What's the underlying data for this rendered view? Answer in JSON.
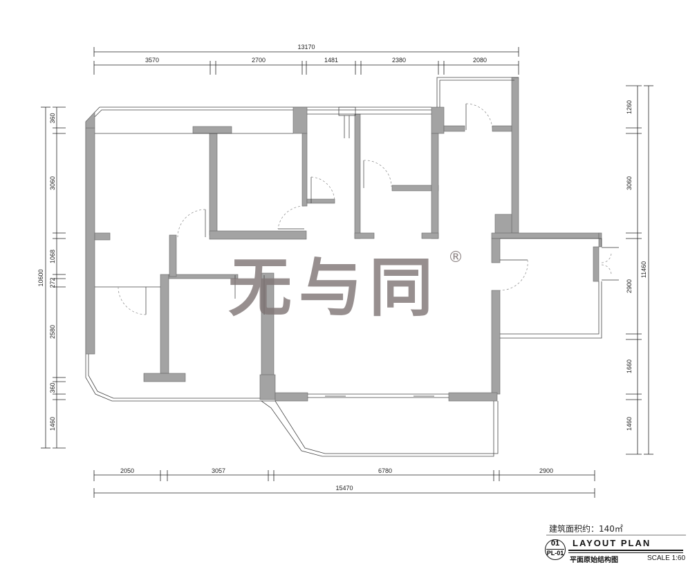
{
  "dimensions": {
    "top_total": "13170",
    "top_segments": [
      "3570",
      "2700",
      "1481",
      "2380",
      "2080"
    ],
    "bottom_segments": [
      "2050",
      "3057",
      "6780",
      "2900"
    ],
    "bottom_total": "15470",
    "left_total": "10600",
    "left_segments": [
      "360",
      "3060",
      "1068",
      "272",
      "2580",
      "360",
      "1460"
    ],
    "right_total": "11460",
    "right_segments": [
      "1260",
      "3060",
      "2900",
      "1660",
      "1460"
    ]
  },
  "watermark": {
    "text": "无与同",
    "registered_mark": "®"
  },
  "area_note": "建筑面积约：140㎡",
  "title_block": {
    "number": "01",
    "sheet": "PL-01",
    "title": "LAYOUT  PLAN",
    "subtitle_cn": "平面原始结构图",
    "scale": "SCALE 1:60"
  }
}
